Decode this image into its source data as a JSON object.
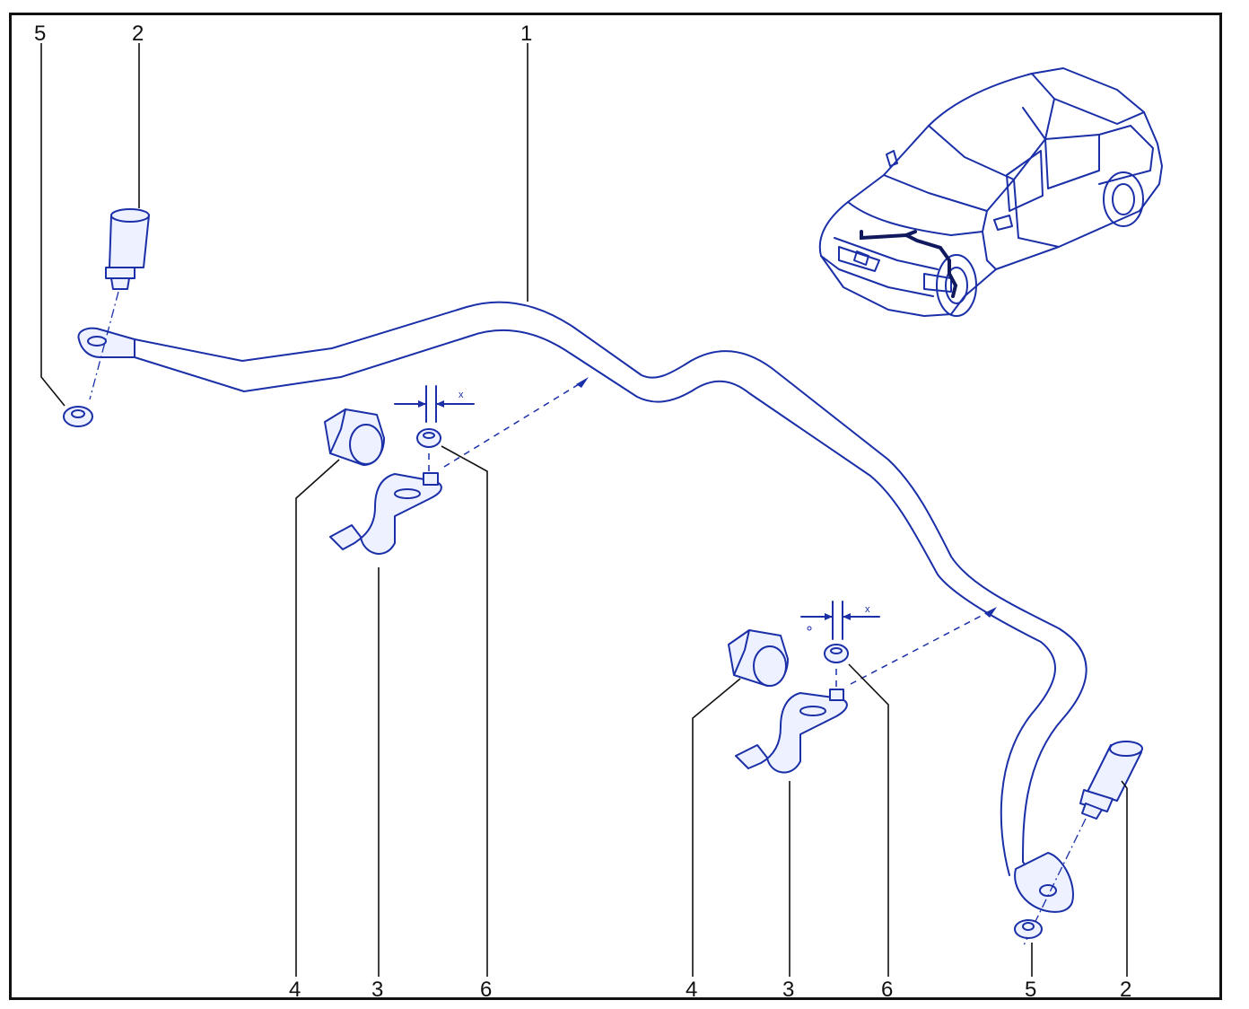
{
  "callouts": {
    "top_left_5": "5",
    "top_left_2": "2",
    "top_center_1": "1",
    "bottom_left_4": "4",
    "bottom_left_3": "3",
    "bottom_left_6": "6",
    "bottom_right_4": "4",
    "bottom_right_3": "3",
    "bottom_right_6": "6",
    "bottom_right_5": "5",
    "bottom_right_2": "2"
  },
  "dimension_marks": {
    "left_x": "x",
    "right_x": "x"
  },
  "colors": {
    "line": "#1a2fa8",
    "frame": "#111111",
    "wire": "#10195e"
  }
}
